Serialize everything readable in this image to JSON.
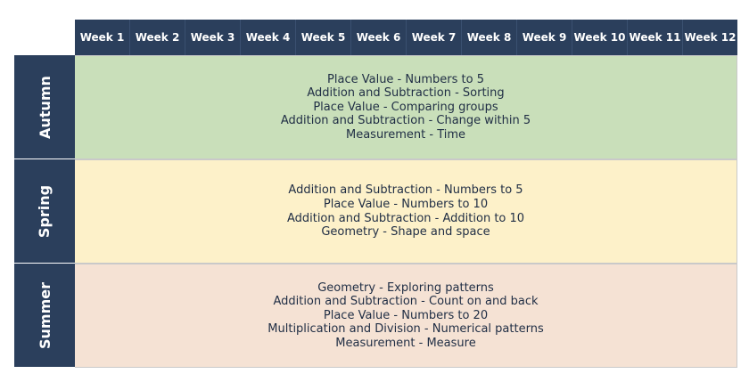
{
  "weeks": [
    "Week 1",
    "Week 2",
    "Week 3",
    "Week 4",
    "Week 5",
    "Week 6",
    "Week 7",
    "Week 8",
    "Week 9",
    "Week 10",
    "Week 11",
    "Week 12"
  ],
  "terms": [
    {
      "name": "Autumn",
      "color": "#c9dfba",
      "topics": [
        "Place Value - Numbers to 5",
        "Addition and Subtraction - Sorting",
        "Place Value - Comparing groups",
        "Addition and Subtraction - Change within 5",
        "Measurement - Time"
      ]
    },
    {
      "name": "Spring",
      "color": "#fdf1c9",
      "topics": [
        "Addition and Subtraction - Numbers to 5",
        "Place Value - Numbers to 10",
        "Addition and Subtraction - Addition to 10",
        "Geometry - Shape and space"
      ]
    },
    {
      "name": "Summer",
      "color": "#f5e2d4",
      "topics": [
        "Geometry - Exploring patterns",
        "Addition and Subtraction - Count on and back",
        "Place Value - Numbers to 20",
        "Multiplication and Division - Numerical patterns",
        "Measurement - Measure"
      ]
    }
  ]
}
